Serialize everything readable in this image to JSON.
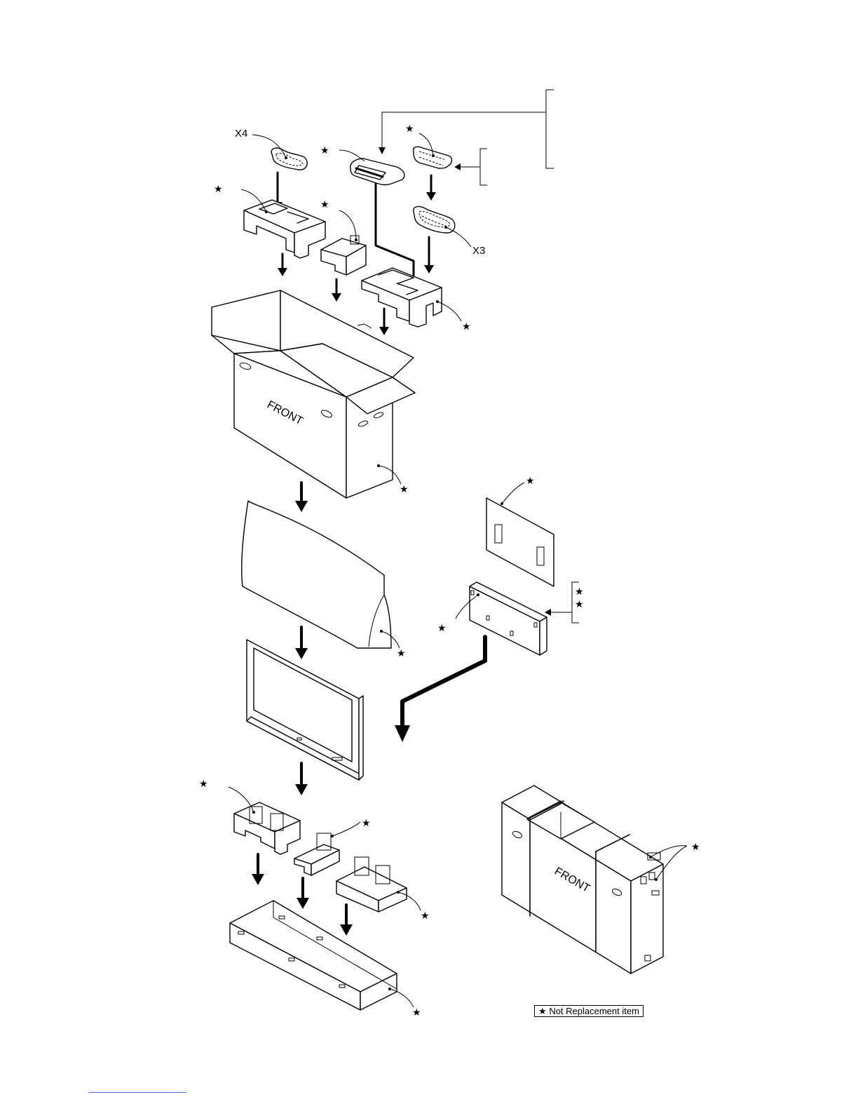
{
  "labels": {
    "qty_top_left": "X4",
    "qty_top_right": "X3",
    "front_carton": "FRONT",
    "front_packed": "FRONT",
    "star": "★"
  },
  "legend": {
    "text": "★ Not Replacement item"
  },
  "colors": {
    "line": "#000000",
    "background": "#ffffff",
    "footer_rule": "#4a6fd8"
  }
}
